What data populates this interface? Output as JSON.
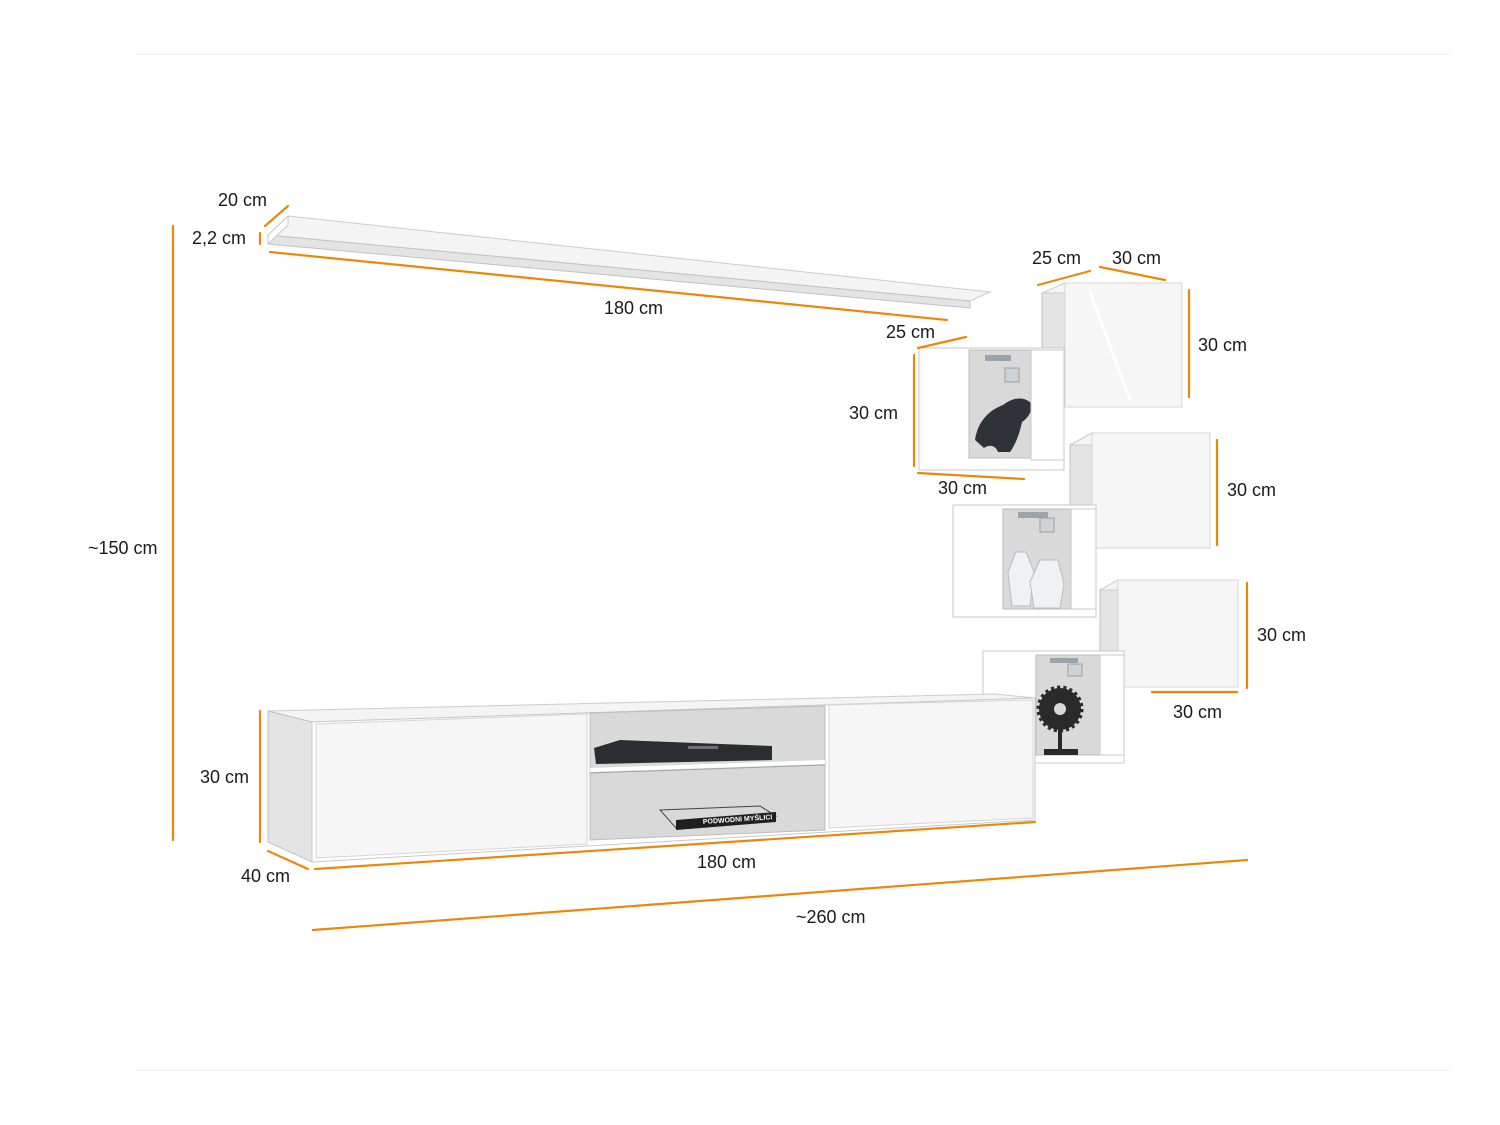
{
  "labels": {
    "shelf_depth": "20 cm",
    "shelf_thickness": "2,2 cm",
    "shelf_length": "180 cm",
    "total_height": "~150 cm",
    "cube_a_depth": "25 cm",
    "cube_a_width": "30 cm",
    "cube_a_height": "30 cm",
    "cube_b_depth": "25 cm",
    "cube_b_height": "30 cm",
    "cube_b_width": "30 cm",
    "cube_c_height": "30 cm",
    "cube_d_height": "30 cm",
    "cube_d_width": "30 cm",
    "tv_unit_height": "30 cm",
    "tv_unit_depth": "40 cm",
    "tv_unit_length": "180 cm",
    "total_width": "~260 cm"
  },
  "colors": {
    "dimension_line": "#e8890c",
    "label_text": "#1a1a1a",
    "furniture_white": "#ffffff"
  },
  "decor": {
    "book_title": "PODWODNI MYŚLICI"
  }
}
